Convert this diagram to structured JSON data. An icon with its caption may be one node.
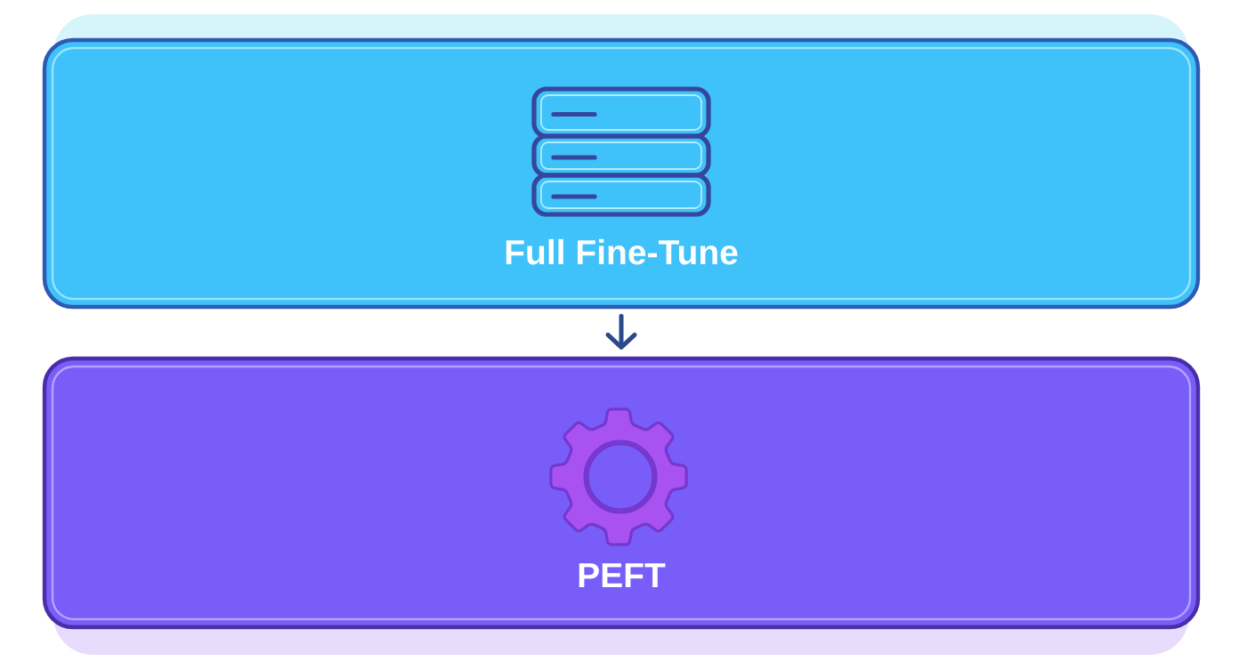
{
  "diagram": {
    "nodes": [
      {
        "text": [
          "Full Fine-Tune"
        ]
      },
      {
        "text": [
          "PEFT"
        ]
      }
    ],
    "edges": [
      {
        "from": 0,
        "to": 1,
        "arrow": "to"
      }
    ]
  }
}
